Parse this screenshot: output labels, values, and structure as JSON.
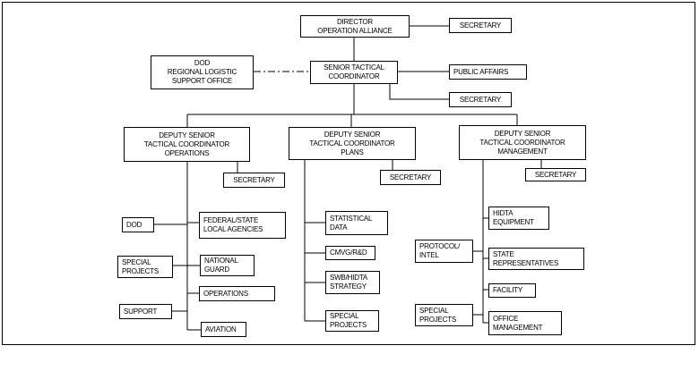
{
  "colors": {
    "line": "#000000",
    "background": "#ffffff"
  },
  "boxes": {
    "director": {
      "lines": [
        "DIRECTOR",
        "OPERATION ALLIANCE"
      ]
    },
    "director_secretary": {
      "lines": [
        "SECRETARY"
      ]
    },
    "dod_rlso": {
      "lines": [
        "DOD",
        "REGIONAL LOGISTIC",
        "SUPPORT OFFICE"
      ]
    },
    "senior_coordinator": {
      "lines": [
        "SENIOR TACTICAL",
        "COORDINATOR"
      ]
    },
    "public_affairs": {
      "lines": [
        "PUBLIC AFFAIRS"
      ]
    },
    "senior_secretary": {
      "lines": [
        "SECRETARY"
      ]
    },
    "deputy_operations": {
      "lines": [
        "DEPUTY SENIOR",
        "TACTICAL COORDINATOR",
        "OPERATIONS"
      ]
    },
    "deputy_plans": {
      "lines": [
        "DEPUTY SENIOR",
        "TACTICAL COORDINATOR",
        "PLANS"
      ]
    },
    "deputy_management": {
      "lines": [
        "DEPUTY SENIOR",
        "TACTICAL COORDINATOR",
        "MANAGEMENT"
      ]
    },
    "operations_secretary": {
      "lines": [
        "SECRETARY"
      ]
    },
    "plans_secretary": {
      "lines": [
        "SECRETARY"
      ]
    },
    "management_secretary": {
      "lines": [
        "SECRETARY"
      ]
    },
    "dod": {
      "lines": [
        "DOD"
      ]
    },
    "federal_state": {
      "lines": [
        "FEDERAL/STATE",
        "LOCAL AGENCIES"
      ]
    },
    "special_projects_ops": {
      "lines": [
        "SPECIAL",
        "PROJECTS"
      ]
    },
    "national_guard": {
      "lines": [
        "NATIONAL",
        "GUARD"
      ]
    },
    "operations": {
      "lines": [
        "OPERATIONS"
      ]
    },
    "support": {
      "lines": [
        "SUPPORT"
      ]
    },
    "aviation": {
      "lines": [
        "AVIATION"
      ]
    },
    "statistical_data": {
      "lines": [
        "STATISTICAL",
        "DATA"
      ]
    },
    "cmvgrsd": {
      "lines": [
        "CMVG/R&D"
      ]
    },
    "swb_hidta": {
      "lines": [
        "SWB/HIDTA",
        "STRATEGY"
      ]
    },
    "special_projects_plans": {
      "lines": [
        "SPECIAL",
        "PROJECTS"
      ]
    },
    "hidta_equipment": {
      "lines": [
        "HIDTA",
        "EQUIPMENT"
      ]
    },
    "protocol_intel": {
      "lines": [
        "PROTOCOL/",
        "INTEL"
      ]
    },
    "state_reps": {
      "lines": [
        "STATE",
        "REPRESENTATIVES"
      ]
    },
    "facility": {
      "lines": [
        "FACILITY"
      ]
    },
    "special_projects_mgmt": {
      "lines": [
        "SPECIAL",
        "PROJECTS"
      ]
    },
    "office_management": {
      "lines": [
        "OFFICE",
        "MANAGEMENT"
      ]
    }
  }
}
